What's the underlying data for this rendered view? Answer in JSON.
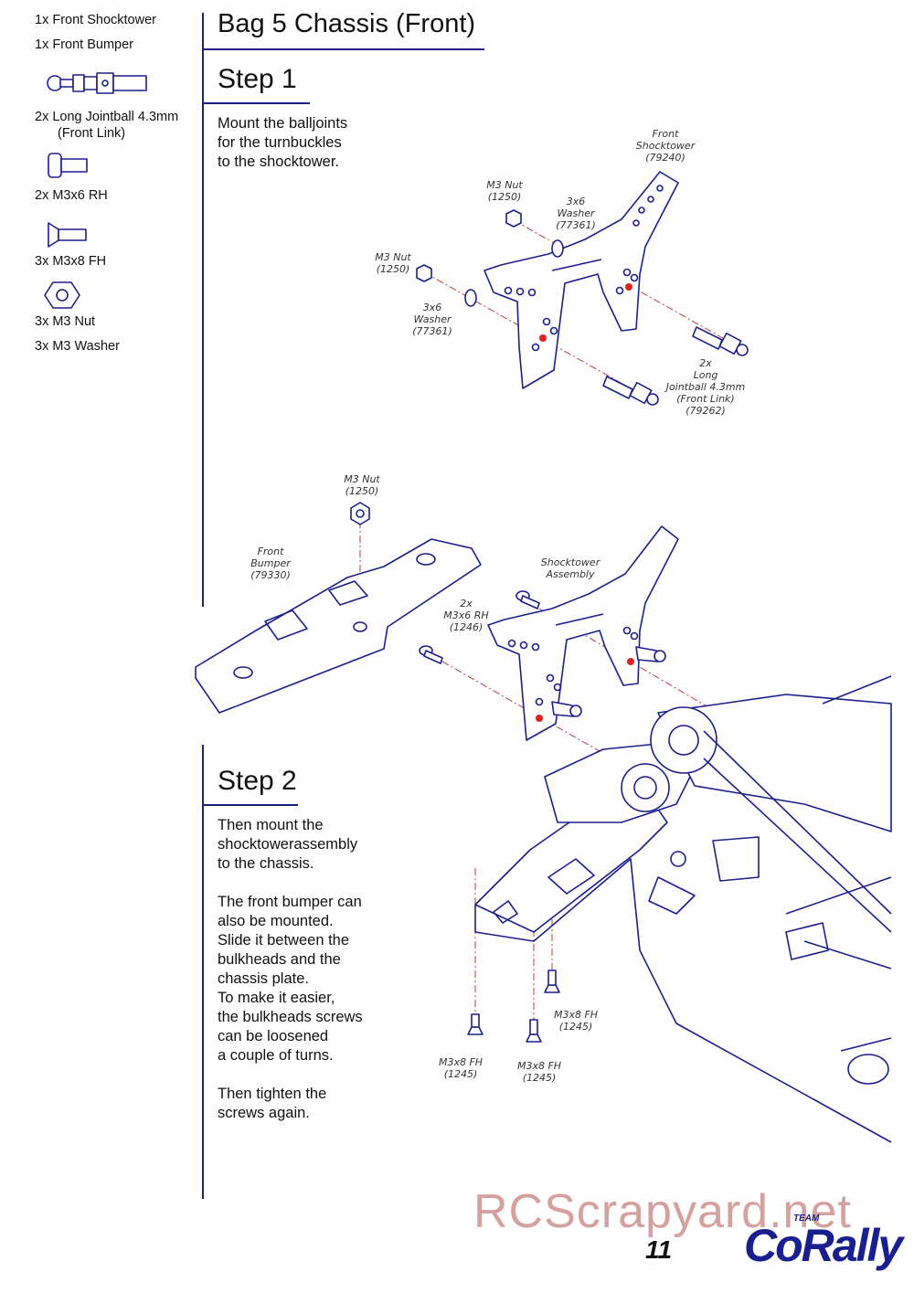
{
  "parts_list": [
    {
      "text": "1x  Front Shocktower"
    },
    {
      "text": "1x  Front Bumper"
    },
    {
      "text": "2x  Long Jointball 4.3mm"
    },
    {
      "text": "(Front Link)"
    },
    {
      "text": "2x  M3x6 RH"
    },
    {
      "text": "3x  M3x8 FH"
    },
    {
      "text": "3x  M3 Nut"
    },
    {
      "text": "3x  M3 Washer"
    }
  ],
  "header": {
    "title": "Bag 5 Chassis (Front)"
  },
  "step1": {
    "title": "Step 1",
    "text": "Mount the balljoints\nfor the turnbuckles\nto the shocktower."
  },
  "step2": {
    "title": "Step 2",
    "text": "Then mount the\nshocktowerassembly\nto the chassis.\n\nThe front bumper can\nalso be mounted.\nSlide it between the\nbulkheads and the\nchassis plate.\nTo make it easier,\nthe bulkheads screws\ncan be loosened\na couple of turns.\n\nThen tighten the\nscrews again."
  },
  "diagram1_labels": {
    "front_shocktower": [
      "Front",
      "Shocktower",
      "(79240)"
    ],
    "m3_nut_a": [
      "M3 Nut",
      "(1250)"
    ],
    "washer_a": [
      "3x6",
      "Washer",
      "(77361)"
    ],
    "m3_nut_b": [
      "M3 Nut",
      "(1250)"
    ],
    "washer_b": [
      "3x6",
      "Washer",
      "(77361)"
    ],
    "jointball": [
      "2x",
      "Long",
      "Jointball 4.3mm",
      "(Front Link)",
      "(79262)"
    ]
  },
  "diagram2_labels": {
    "m3_nut": [
      "M3 Nut",
      "(1250)"
    ],
    "front_bumper": [
      "Front",
      "Bumper",
      "(79330)"
    ],
    "shocktower_assembly": [
      "Shocktower",
      "Assembly"
    ],
    "m3x6_rh": [
      "2x",
      "M3x6 RH",
      "(1246)"
    ],
    "m3x8_fh_a": [
      "M3x8 FH",
      "(1245)"
    ],
    "m3x8_fh_b": [
      "M3x8 FH",
      "(1245)"
    ],
    "m3x8_fh_c": [
      "M3x8 FH",
      "(1245)"
    ]
  },
  "footer": {
    "watermark": "RCScrapyard.net",
    "page_number": "11",
    "logo_team": "TEAM",
    "logo_word": "CoRally"
  },
  "colors": {
    "rule": "#1b1f8a",
    "line": "#1a1f8f",
    "hole_marker": "#e02020"
  }
}
